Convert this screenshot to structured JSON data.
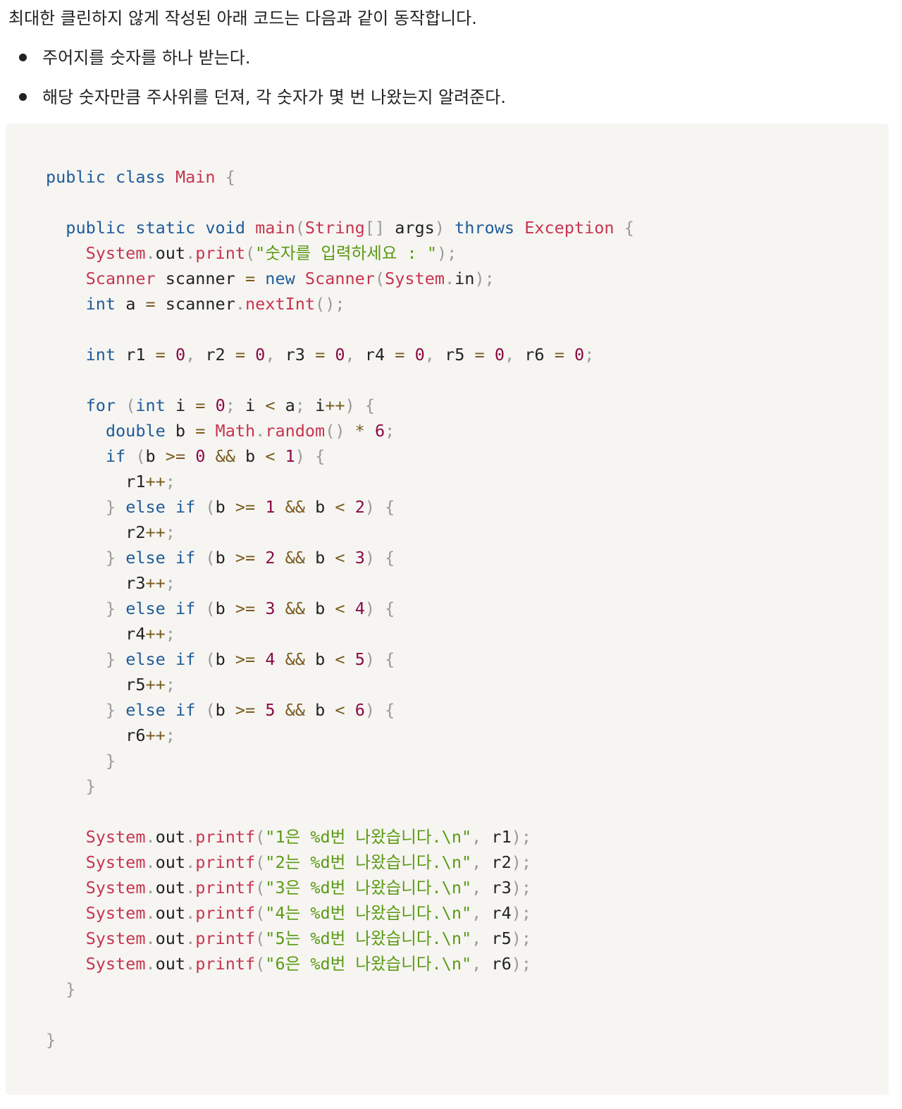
{
  "intro": "최대한 클린하지 않게 작성된 아래 코드는 다음과 같이 동작합니다.",
  "bullets": [
    "주어지를 숫자를 하나 받는다.",
    "해당 숫자만큼 주사위를 던져, 각 숫자가 몇 번 나왔는지 알려준다."
  ],
  "code": {
    "prompt_string": "\"숫자를 입력하세요 : \"",
    "printf_strings": [
      "\"1은 %d번 나왔습니다.\\n\"",
      "\"2는 %d번 나왔습니다.\\n\"",
      "\"3은 %d번 나왔습니다.\\n\"",
      "\"4는 %d번 나왔습니다.\\n\"",
      "\"5는 %d번 나왔습니다.\\n\"",
      "\"6은 %d번 나왔습니다.\\n\""
    ]
  },
  "colors": {
    "keyword": "#1f5c99",
    "type": "#c8344f",
    "string": "#5b9a13",
    "number": "#8a0a44",
    "operator": "#7a5a1e",
    "punctuation": "#999999",
    "code_background": "#f6f5f2"
  }
}
